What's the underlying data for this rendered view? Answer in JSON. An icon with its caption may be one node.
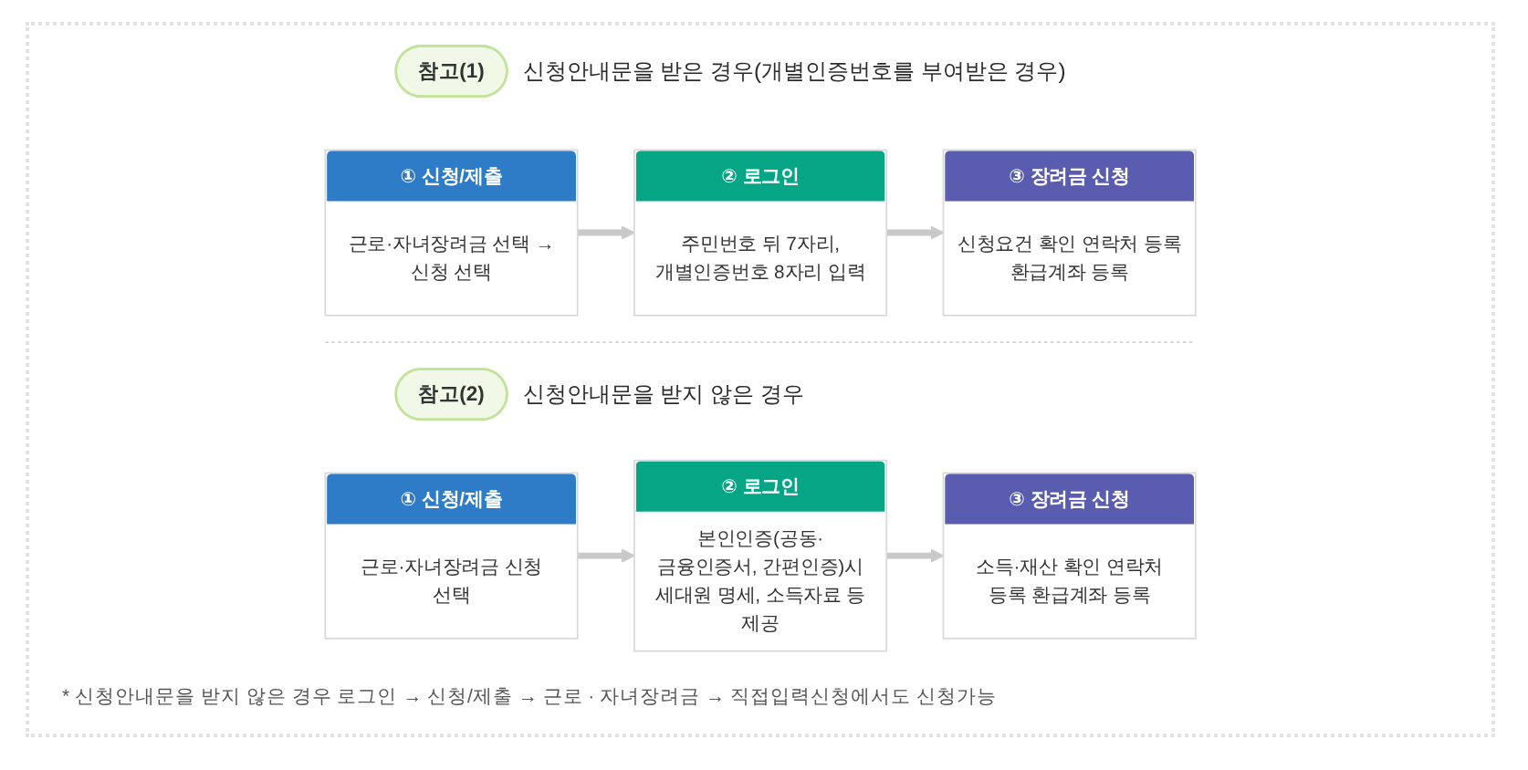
{
  "diagram": {
    "nodes": [
      {
        "text": [
          "참고(1)"
        ],
        "beside": [
          "신청안내문을 받은 경우(개별인증번호를 부여받은 경우)"
        ]
      },
      {
        "text": [
          "① 신청/제출",
          "근로·자녀장려금 선택 → 신청 선택"
        ]
      },
      {
        "text": [
          "② 로그인",
          "주민번호 뒤 7자리, 개별인증번호 8자리 입력"
        ]
      },
      {
        "text": [
          "③ 장려금 신청",
          "신청요건 확인 연락처 등록 환급계좌 등록"
        ]
      },
      {
        "text": [
          "참고(2)"
        ],
        "beside": [
          "신청안내문을 받지 않은 경우"
        ]
      },
      {
        "text": [
          "① 신청/제출",
          "근로·자녀장려금 신청 선택"
        ]
      },
      {
        "text": [
          "② 로그인",
          "본인인증(공동·금융인증서, 간편인증)시 세대원 명세, 소득자료 등 제공"
        ]
      },
      {
        "text": [
          "③ 장려금 신청",
          "소득·재산 확인 연락처 등록 환급계좌 등록"
        ]
      }
    ],
    "edges": [
      {
        "from": 1,
        "to": 2,
        "arrow": "to"
      },
      {
        "from": 2,
        "to": 3,
        "arrow": "to"
      },
      {
        "from": 5,
        "to": 6,
        "arrow": "to"
      },
      {
        "from": 6,
        "to": 7,
        "arrow": "to"
      }
    ],
    "labels": [
      "* 신청안내문을 받지 않은 경우 로그인 → 신청/제출 → 근로 · 자녀장려금 → 직접입력신청에서도 신청가능"
    ]
  }
}
